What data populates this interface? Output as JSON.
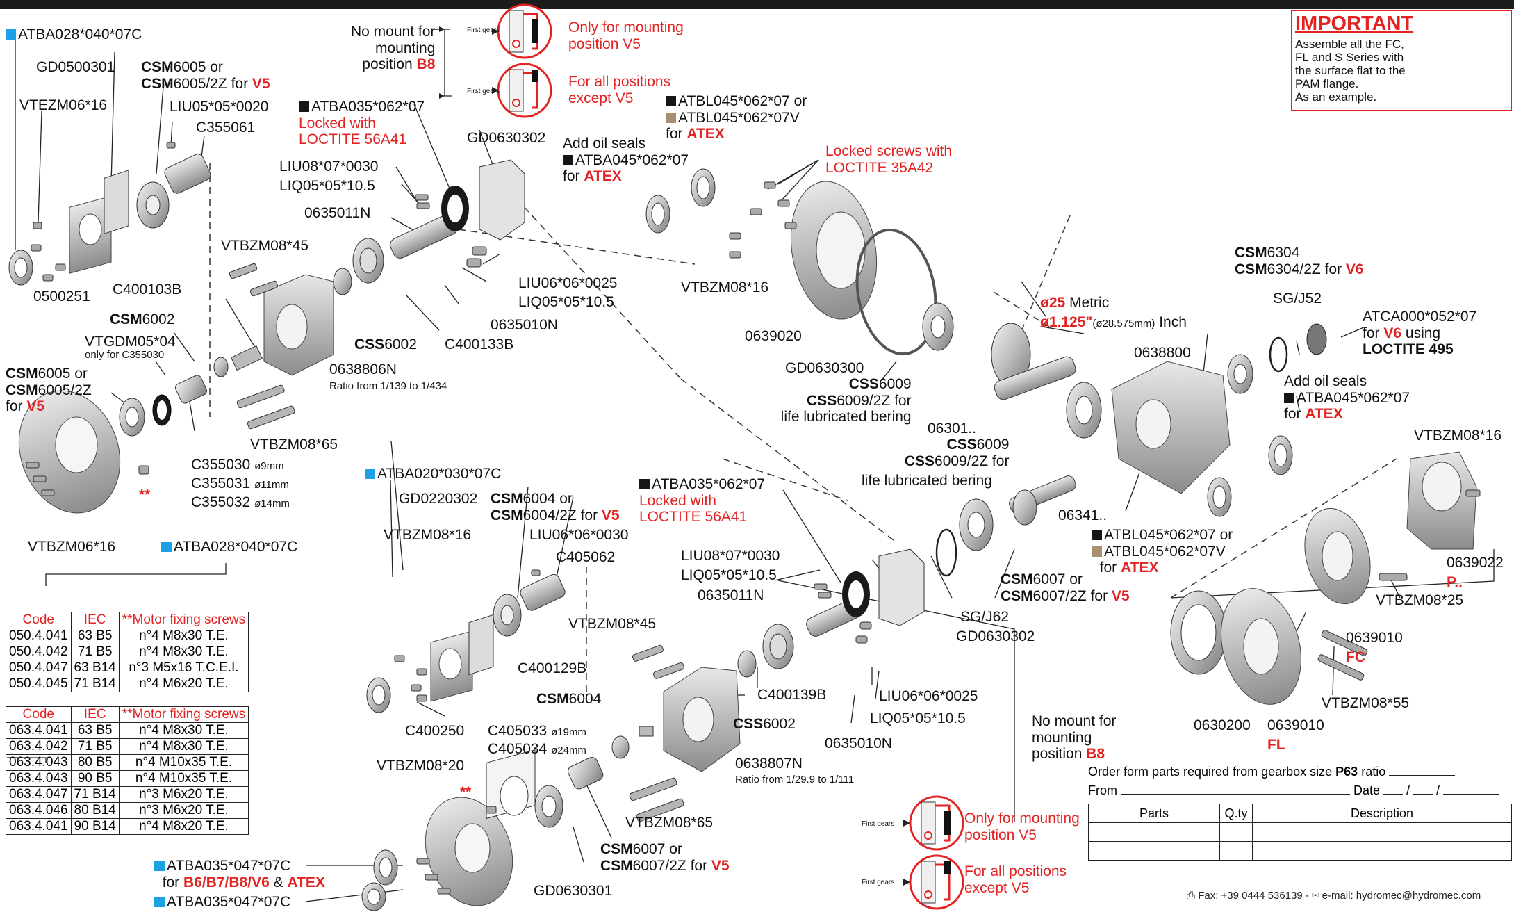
{
  "callouts": {
    "atba028_top": "ATBA028*040*07C",
    "gd0500301": "GD0500301",
    "csm6005_top_a": "CSM",
    "csm6005_top_b": "6005 or",
    "csm6005_top_c": "CSM",
    "csm6005_top_d": "6005/2Z for",
    "csm6005_top_e": "V5",
    "vtezm06": "VTEZM06*16",
    "liu05": "LIU05*05*0020",
    "c355061": "C355061",
    "p0500251": "0500251",
    "no_mount_top_a": "No mount for",
    "no_mount_top_b": "mounting",
    "no_mount_top_c": "position",
    "no_mount_top_d": "B8",
    "first_gears": "First gears",
    "only_mount_v5_a": "Only for mounting",
    "only_mount_v5_b": "position V5",
    "all_pos_a": "For all positions",
    "all_pos_b": "except V5",
    "atba035_top": "ATBA035*062*07",
    "locked_56a41_a": "Locked with",
    "locked_56a41_b": "LOCTITE 56A41",
    "gd0630302_top": "GD0630302",
    "liu08_top": "LIU08*07*0030",
    "liq05_top": "LIQ05*05*10.5",
    "p0635011n_top": "0635011N",
    "atbl045_top_a": "ATBL045*062*07 or",
    "atbl045_top_b": "ATBL045*062*07V",
    "atbl045_top_c": "for",
    "atex": "ATEX",
    "add_oil_a": "Add oil seals",
    "atba045_a": "ATBA045*062*07",
    "for_word": "for",
    "locked_35a42_a": "Locked screws with",
    "locked_35a42_b": "LOCTITE 35A42",
    "vtbzm08_45_top": "VTBZM08*45",
    "c400103b": "C400103B",
    "csm6002_top": "6002",
    "csm": "CSM",
    "css": "CSS",
    "vtgdm05": "VTGDM05*04",
    "only_c355030": "only for C355030",
    "csm6005_left_b": "6005 or",
    "csm6005_left_d": "6005/2Z",
    "v5": "V5",
    "liu06_top": "LIU06*06*0025",
    "liq05_top2": "LIQ05*05*10.5",
    "p0635010n_top": "0635010N",
    "css6002_top": "6002",
    "c400133b": "C400133B",
    "p0638806n": "0638806N",
    "ratio_top": "Ratio from 1/139 to 1/434",
    "vtbzm08_65_top": "VTBZM08*65",
    "c355030": "C355030",
    "c355031": "C355031",
    "c355032": "C355032",
    "d9": "ø9mm",
    "d11": "ø11mm",
    "d14": "ø14mm",
    "vtbzm06_16": "VTBZM06*16",
    "atba028_bottom": "ATBA028*040*07C",
    "vtbzm08_16_mid": "VTBZM08*16",
    "p0639020": "0639020",
    "gd0630300": "GD0630300",
    "css6009_a": "6009",
    "css6009_b": "6009/2Z for",
    "life_lub": "life lubricated bering",
    "d25_a": "ø25",
    "d25_b": "Metric",
    "d1125_a": "ø1.125\"",
    "d1125_b": "(ø28.575mm)",
    "d1125_c": "Inch",
    "p06301": "06301..",
    "p0638800": "0638800",
    "csm6304_a": "6304",
    "csm6304_b": "6304/2Z for",
    "v6": "V6",
    "sgj52": "SG/J52",
    "atca000_a": "ATCA000*052*07",
    "atca000_b": "for",
    "atca000_c": "using",
    "loctite495": "LOCTITE 495",
    "add_oil_b": "Add oil seals",
    "atba045_b": "ATBA045*062*07",
    "vtbzm08_16_right": "VTBZM08*16",
    "important": "IMPORTANT",
    "important_text_1": "Assemble all the FC,",
    "important_text_2": "FL and S Series with",
    "important_text_3": "the surface flat to the",
    "important_text_4": "PAM flange.",
    "important_text_5": "As an example.",
    "atba020": "ATBA020*030*07C",
    "gd0220302": "GD0220302",
    "csm6004_a": "6004 or",
    "csm6004_b": "6004/2Z for",
    "liu06_0030": "LIU06*06*0030",
    "c405062": "C405062",
    "vtbzm08_16_lower": "VTBZM08*16",
    "atba035_lower": "ATBA035*062*07",
    "liu08_lower": "LIU08*07*0030",
    "liq05_lower": "LIQ05*05*10.5",
    "p0635011n_lower": "0635011N",
    "css6009_c": "6009",
    "css6009_d": "6009/2Z for",
    "p06341": "06341..",
    "atbl045_lower_a": "ATBL045*062*07 or",
    "atbl045_lower_b": "ATBL045*062*07V",
    "csm6007_right_a": "6007 or",
    "csm6007_right_b": "6007/2Z for",
    "sgj62": "SG/J62",
    "gd0630302_lower": "GD0630302",
    "p0639022": "0639022",
    "p_dots": "P..",
    "vtbzm08_25": "VTBZM08*25",
    "p0639010_fc": "0639010",
    "fc": "FC",
    "p0630200": "0630200",
    "p0639010_fl": "0639010",
    "fl": "FL",
    "vtbzm08_55": "VTBZM08*55",
    "vtbzm08_45_lower": "VTBZM08*45",
    "c400129b": "C400129B",
    "csm6004_c": "6004",
    "c400139b": "C400139B",
    "css6002_lower": "6002",
    "liu06_0025_lower": "LIU06*06*0025",
    "liq05_lower2": "LIQ05*05*10.5",
    "p0635010n_lower": "0635010N",
    "no_mount_low_a": "No mount for",
    "no_mount_low_b": "mounting",
    "no_mount_low_c": "position",
    "c405033": "C405033",
    "c405034": "C405034",
    "d19": "ø19mm",
    "d24": "ø24mm",
    "c400250": "C400250",
    "p0638807n": "0638807N",
    "ratio_lower": "Ratio from 1/29.9 to 1/111",
    "vtbzm08_20": "VTBZM08*20",
    "vtbzm08_65_lower": "VTBZM08*65",
    "csm6007_lower_a": "6007 or",
    "csm6007_lower_b": "6007/2Z for",
    "gd0630301": "GD0630301",
    "atba035_047_a": "ATBA035*047*07C",
    "atba035_047_for": "for",
    "atba035_047_pos": "B6/B7/B8/V6",
    "amp": "&",
    "atba035_047_b": "ATBA035*047*07C",
    "double_star": "**"
  },
  "table1": {
    "headers": [
      "Code",
      "IEC",
      "**Motor fixing screws"
    ],
    "rows": [
      [
        "050.4.041",
        "63 B5",
        "n°4 M8x30 T.E."
      ],
      [
        "050.4.042",
        "71 B5",
        "n°4 M8x30 T.E."
      ],
      [
        "050.4.047",
        "63 B14",
        "n°3 M5x16 T.C.E.I."
      ],
      [
        "050.4.045",
        "71 B14",
        "n°4 M6x20 T.E."
      ]
    ]
  },
  "table2": {
    "headers": [
      "Code",
      "IEC",
      "**Motor fixing screws"
    ],
    "rows": [
      [
        "063.4.041",
        "63 B5",
        "n°4 M8x30 T.E."
      ],
      [
        "063.4.042",
        "71 B5",
        "n°4 M8x30 T.E."
      ],
      [
        "063.4.043",
        "80 B5",
        "n°4 M10x35 T.E."
      ],
      [
        "063.4.043",
        "90 B5",
        "n°4 M10x35 T.E."
      ],
      [
        "063.4.047",
        "71 B14",
        "n°3 M6x20 T.E."
      ],
      [
        "063.4.046",
        "80 B14",
        "n°3 M6x20 T.E."
      ],
      [
        "063.4.041",
        "90 B14",
        "n°4 M8x20 T.E."
      ]
    ]
  },
  "order_form": {
    "title_a": "Order form parts required from gearbox size",
    "size": "P63",
    "title_b": "ratio",
    "from": "From",
    "date": "Date",
    "slash": "/",
    "col_parts": "Parts",
    "col_qty": "Q.ty",
    "col_desc": "Description"
  },
  "footer": {
    "fax": "Fax: +39 0444 536139 -",
    "email": "e-mail: hydromec@hydromec.com"
  },
  "colors": {
    "accent_red": "#e32222",
    "blue_marker": "#1da1e6",
    "black_marker": "#161616",
    "tan_marker": "#a98f72"
  }
}
